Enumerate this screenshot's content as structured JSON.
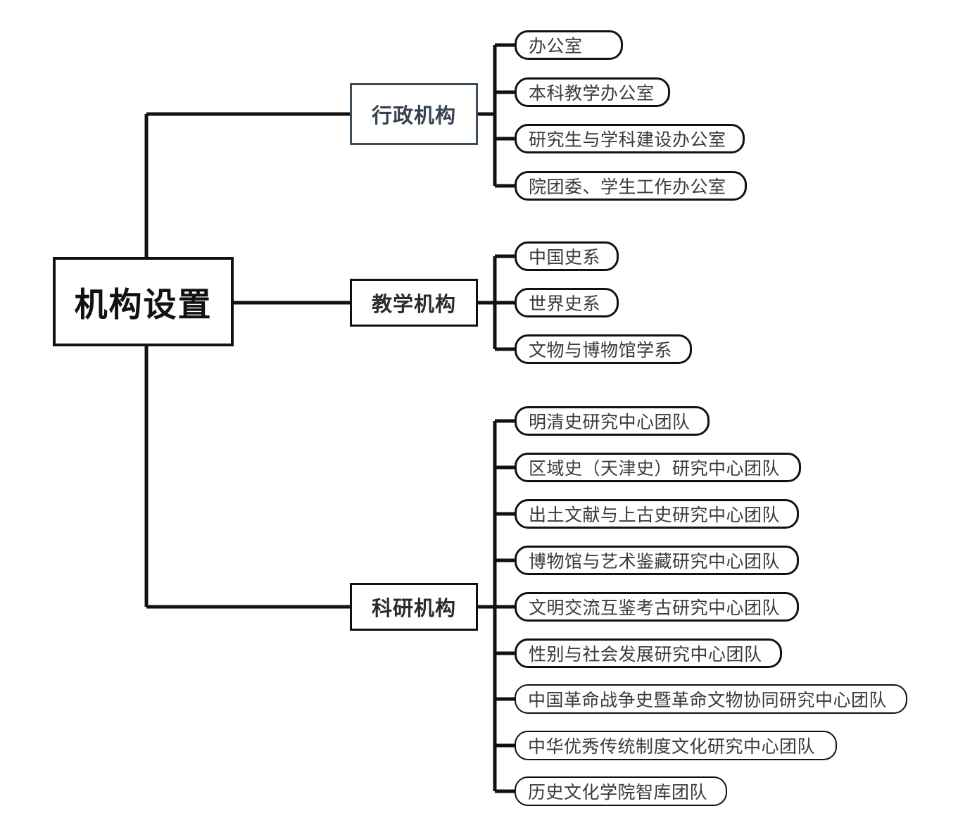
{
  "diagram": {
    "title": "机构设置",
    "type": "organization-tree",
    "colors": {
      "line": "#111111",
      "admin_branch_border": "#3f4c5c",
      "node_text": "#3a3a3a",
      "background": "#ffffff"
    },
    "root": {
      "label": "机构设置"
    },
    "branches": [
      {
        "id": "administrative",
        "label": "行政机构",
        "border_color": "#3f4c5c",
        "children": [
          {
            "label": "办公室"
          },
          {
            "label": "本科教学办公室"
          },
          {
            "label": "研究生与学科建设办公室"
          },
          {
            "label": "院团委、学生工作办公室"
          }
        ]
      },
      {
        "id": "teaching",
        "label": "教学机构",
        "border_color": "#111111",
        "children": [
          {
            "label": "中国史系"
          },
          {
            "label": "世界史系"
          },
          {
            "label": "文物与博物馆学系"
          }
        ]
      },
      {
        "id": "research",
        "label": "科研机构",
        "border_color": "#111111",
        "children": [
          {
            "label": "明清史研究中心团队"
          },
          {
            "label": "区域史（天津史）研究中心团队"
          },
          {
            "label": "出土文献与上古史研究中心团队"
          },
          {
            "label": "博物馆与艺术鉴藏研究中心团队"
          },
          {
            "label": "文明交流互鉴考古研究中心团队"
          },
          {
            "label": "性别与社会发展研究中心团队"
          },
          {
            "label": "中国革命战争史暨革命文物协同研究中心团队"
          },
          {
            "label": "中华优秀传统制度文化研究中心团队"
          },
          {
            "label": "历史文化学院智库团队"
          }
        ]
      }
    ]
  }
}
